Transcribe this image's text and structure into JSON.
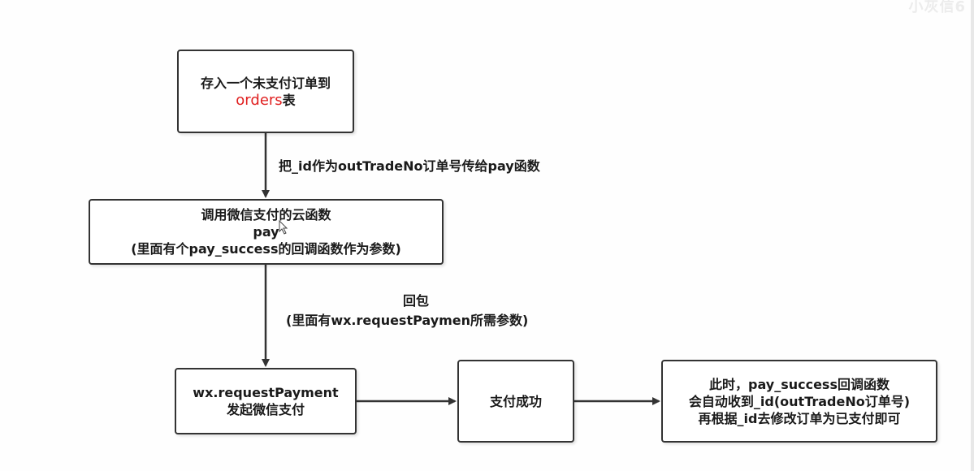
{
  "watermark": "小灰信6",
  "nodes": {
    "store_order": {
      "line1": "存入一个未支付订单到",
      "highlight": "orders",
      "suffix": "表"
    },
    "call_pay": {
      "line1": "调用微信支付的云函数",
      "line2": "pay",
      "line3": "(里面有个pay_success的回调函数作为参数)"
    },
    "request_payment": {
      "line1": "wx.requestPayment",
      "line2": "发起微信支付"
    },
    "pay_success": {
      "line1": "支付成功"
    },
    "callback": {
      "line1": "此时，pay_success回调函数",
      "line2": "会自动收到_id(outTradeNo订单号)",
      "line3": "再根据_id去修改订单为已支付即可"
    }
  },
  "edges": {
    "e1_label": "把_id作为outTradeNo订单号传给pay函数",
    "e2_label_line1": "回包",
    "e2_label_line2": "(里面有wx.requestPaymen所需参数)"
  },
  "colors": {
    "highlight": "#e02020",
    "stroke": "#333333"
  }
}
